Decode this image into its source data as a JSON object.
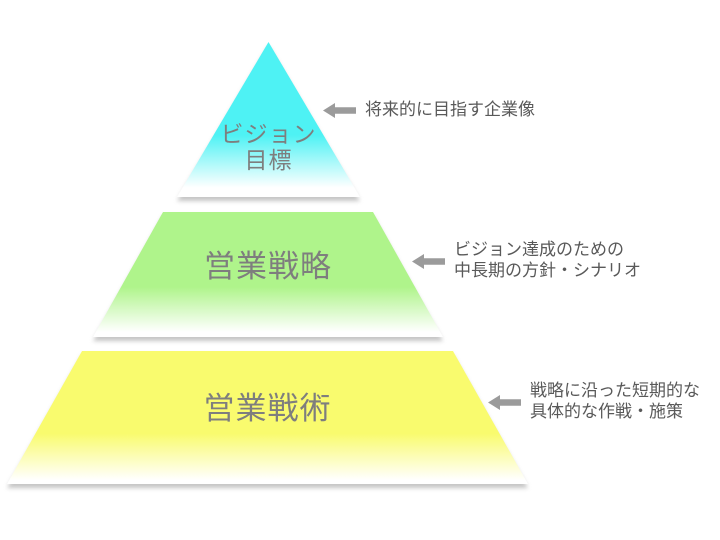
{
  "diagram": {
    "type": "pyramid",
    "background_color": "#FFFFFF",
    "levels": [
      {
        "id": "vision",
        "label_lines": [
          "ビジョン",
          "目標"
        ],
        "fill_color": "#4EF2F4",
        "annotation_lines": [
          "将来的に目指す企業像"
        ]
      },
      {
        "id": "sales-strategy",
        "label_lines": [
          "営業戦略"
        ],
        "fill_color": "#AFF48B",
        "annotation_lines": [
          "ビジョン達成のための",
          "中長期の方針・シナリオ"
        ]
      },
      {
        "id": "sales-tactics",
        "label_lines": [
          "営業戦術"
        ],
        "fill_color": "#F9FB6E",
        "annotation_lines": [
          "戦略に沿った短期的な",
          "具体的な作戦・施策"
        ]
      }
    ],
    "colors": {
      "level_label_text": "#7E7E7E",
      "annotation_text": "#595959",
      "arrow": "#9B9B9B"
    },
    "icons": {
      "annotation_pointer": "left-block-arrow"
    }
  }
}
